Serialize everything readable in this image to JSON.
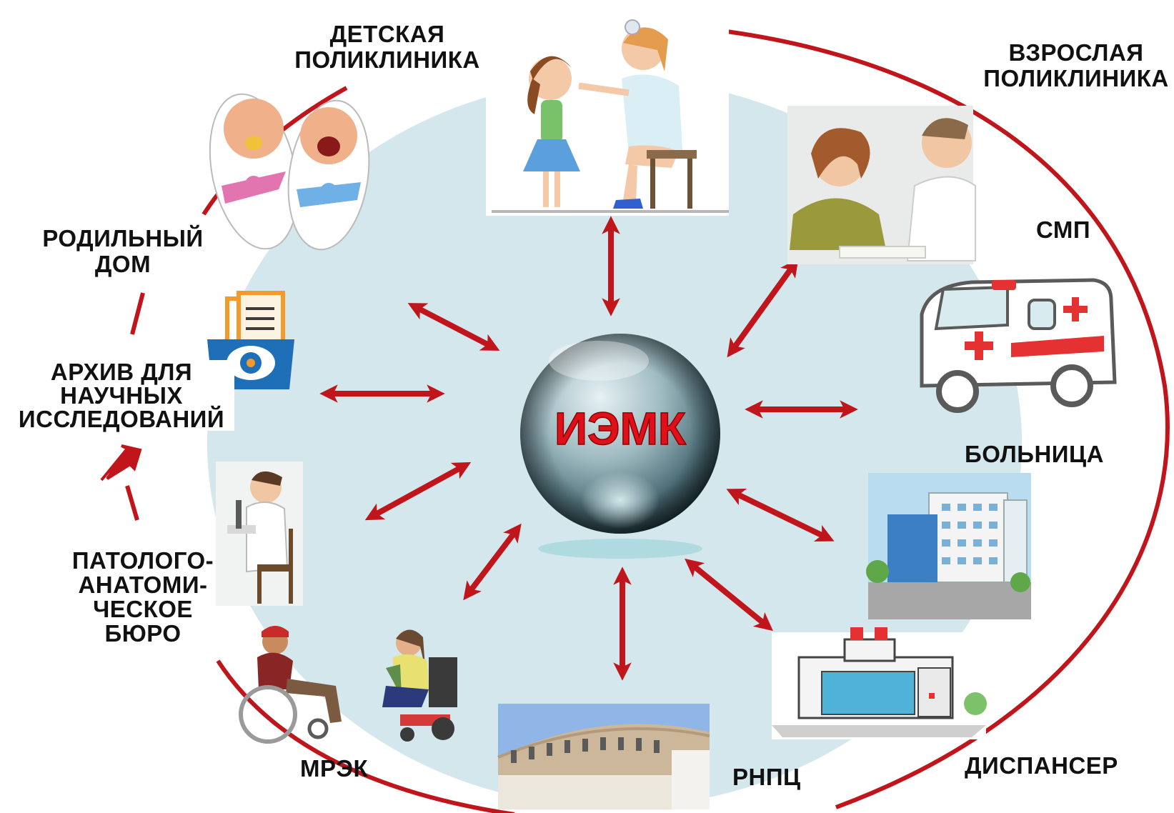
{
  "center": {
    "label": "ИЭМК"
  },
  "nodes": {
    "childrens_polyclinic": "ДЕТСКАЯ\nПОЛИКЛИНИКА",
    "adult_polyclinic": "ВЗРОСЛАЯ\nПОЛИКЛИНИКА",
    "maternity_home": "РОДИЛЬНЫЙ\nДОМ",
    "smp": "СМП",
    "research_archive": "АРХИВ ДЛЯ\nНАУЧНЫХ\nИССЛЕДОВАНИЙ",
    "hospital": "БОЛЬНИЦА",
    "pathology_bureau": "ПАТОЛОГО-\nАНАТОМИ-\nЧЕСКОЕ\nБЮРО",
    "mrek": "МРЭК",
    "rnpc": "РНПЦ",
    "dispensary": "ДИСПАНСЕР"
  },
  "colors": {
    "arrow": "#c0151b",
    "ring": "#c0151b",
    "disc": "#d4e7ec",
    "center_text": "#e0101a"
  },
  "icons": [
    "doctor-child-illustration",
    "babies-illustration",
    "doctor-patient-illustration",
    "ambulance-illustration",
    "archive-folder-icon",
    "hospital-building-illustration",
    "pathologist-microscope-illustration",
    "wheelchair-users-illustration",
    "rnpc-building-illustration",
    "dispensary-building-illustration"
  ]
}
